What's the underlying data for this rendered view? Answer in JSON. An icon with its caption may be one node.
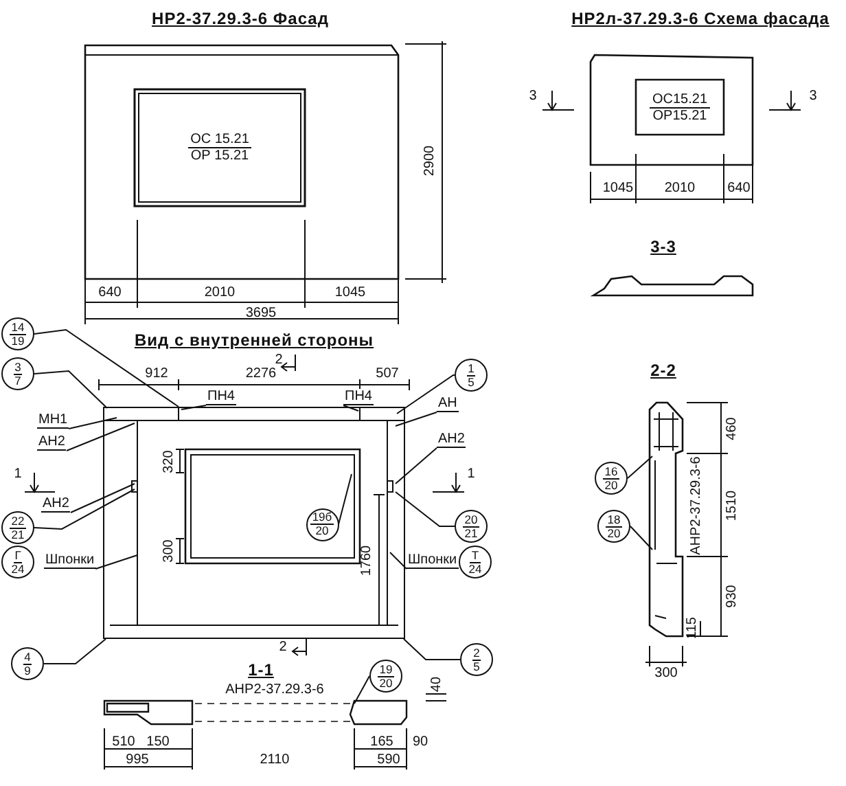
{
  "diagram": {
    "nodes": [
      {
        "text": [
          "ОС 15.21",
          "ОР 15.21"
        ]
      },
      {
        "text": [
          "ОС15.21",
          "ОР15.21"
        ]
      },
      {
        "text": [
          "14",
          "19"
        ]
      },
      {
        "text": [
          "3",
          "7"
        ]
      },
      {
        "text": [
          "МН1"
        ]
      },
      {
        "text": [
          "АН2"
        ]
      },
      {
        "text": [
          "АН2"
        ]
      },
      {
        "text": [
          "22",
          "21"
        ]
      },
      {
        "text": [
          "Г",
          "24"
        ]
      },
      {
        "text": [
          "Шпонки"
        ]
      },
      {
        "text": [
          "ПН4"
        ]
      },
      {
        "text": [
          "ПН4"
        ]
      },
      {
        "text": [
          "1",
          "5"
        ]
      },
      {
        "text": [
          "АН"
        ]
      },
      {
        "text": [
          "АН2"
        ]
      },
      {
        "text": [
          "20",
          "21"
        ]
      },
      {
        "text": [
          "Шпонки"
        ]
      },
      {
        "text": [
          "Т",
          "24"
        ]
      },
      {
        "text": [
          "19б",
          "20"
        ],
        "in": 24
      },
      {
        "text": [
          "4",
          "9"
        ]
      },
      {
        "text": [
          "2",
          "5"
        ]
      },
      {
        "text": [
          "19",
          "20"
        ]
      },
      {
        "text": [
          "16",
          "20"
        ]
      },
      {
        "text": [
          "18",
          "20"
        ]
      },
      {
        "text": [],
        "shape": "box"
      }
    ],
    "edges": [
      {
        "from": 2,
        "to": 24,
        "arrow": "none"
      },
      {
        "from": 3,
        "to": 24,
        "arrow": "none"
      },
      {
        "from": 4,
        "to": 24,
        "arrow": "none"
      },
      {
        "from": 5,
        "to": 24,
        "arrow": "none"
      },
      {
        "from": 6,
        "to": 24,
        "arrow": "none"
      },
      {
        "from": 7,
        "to": 24,
        "arrow": "none"
      },
      {
        "from": 9,
        "to": 24,
        "arrow": "none"
      },
      {
        "from": 10,
        "to": 24,
        "arrow": "none"
      },
      {
        "from": 11,
        "to": 24,
        "arrow": "none"
      },
      {
        "from": 12,
        "to": 24,
        "arrow": "none"
      },
      {
        "from": 13,
        "to": 24,
        "arrow": "none"
      },
      {
        "from": 14,
        "to": 24,
        "arrow": "none"
      },
      {
        "from": 15,
        "to": 24,
        "arrow": "none"
      },
      {
        "from": 16,
        "to": 24,
        "arrow": "none"
      },
      {
        "from": 18,
        "to": 24,
        "arrow": "none"
      },
      {
        "from": 19,
        "to": 24,
        "arrow": "none"
      },
      {
        "from": 20,
        "to": 24,
        "arrow": "none"
      },
      {
        "from": 21,
        "to": null,
        "arrow": "none"
      },
      {
        "from": 22,
        "to": null,
        "arrow": "none"
      },
      {
        "from": 23,
        "to": null,
        "arrow": "none"
      }
    ],
    "labels": [
      "НР2-37.29.3-6 Фасад",
      "НР2л-37.29.3-6 Схема фасада",
      "2900",
      "3",
      "3",
      "1045",
      "2010",
      "640",
      "3-3",
      "640",
      "2010",
      "1045",
      "3695",
      "Вид с внутренней стороны",
      "2",
      "912",
      "2276",
      "507",
      "2-2",
      "460",
      "1",
      "320",
      "1",
      "1510",
      "300",
      "1760",
      "АНР2-37.29.3-6",
      "930",
      "115",
      "300",
      "2",
      "1-1",
      "АНР2-37.29.3-6",
      "40",
      "510",
      "150",
      "165",
      "90",
      "995",
      "2110",
      "590"
    ]
  }
}
